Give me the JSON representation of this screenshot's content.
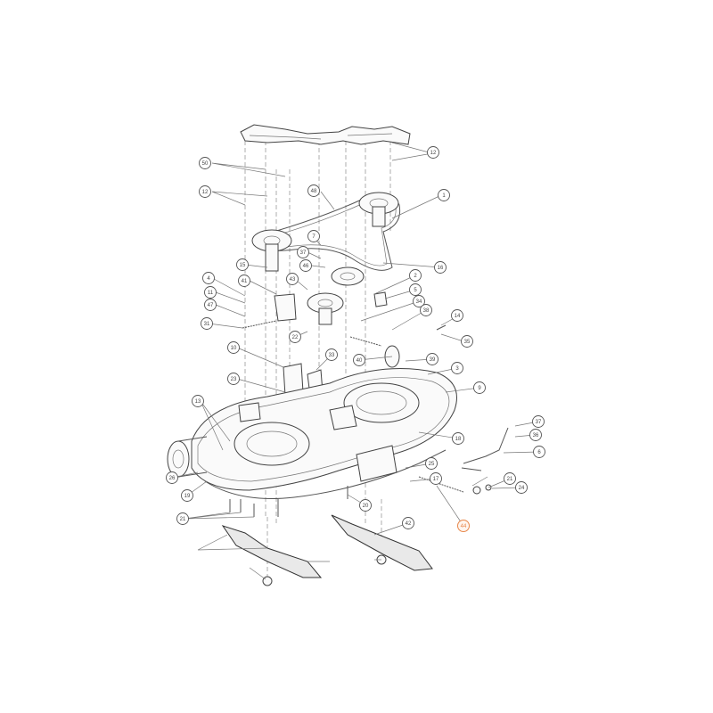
{
  "callouts": [
    {
      "id": "c50",
      "label": "50"
    },
    {
      "id": "c12a",
      "label": "12"
    },
    {
      "id": "c12b",
      "label": "12"
    },
    {
      "id": "c48",
      "label": "48"
    },
    {
      "id": "c1",
      "label": "1"
    },
    {
      "id": "c7",
      "label": "7"
    },
    {
      "id": "c37a",
      "label": "37"
    },
    {
      "id": "c46",
      "label": "46"
    },
    {
      "id": "c15",
      "label": "15"
    },
    {
      "id": "c16",
      "label": "16"
    },
    {
      "id": "c4",
      "label": "4"
    },
    {
      "id": "c41",
      "label": "41"
    },
    {
      "id": "c11",
      "label": "11"
    },
    {
      "id": "c47",
      "label": "47"
    },
    {
      "id": "c31",
      "label": "31"
    },
    {
      "id": "c43",
      "label": "43"
    },
    {
      "id": "c2",
      "label": "2"
    },
    {
      "id": "c5",
      "label": "5"
    },
    {
      "id": "c34",
      "label": "34"
    },
    {
      "id": "c38",
      "label": "38"
    },
    {
      "id": "c10",
      "label": "10"
    },
    {
      "id": "c22",
      "label": "22"
    },
    {
      "id": "c33",
      "label": "33"
    },
    {
      "id": "c40",
      "label": "40"
    },
    {
      "id": "c39",
      "label": "39"
    },
    {
      "id": "c3",
      "label": "3"
    },
    {
      "id": "c9",
      "label": "9"
    },
    {
      "id": "c23",
      "label": "23"
    },
    {
      "id": "c18",
      "label": "18"
    },
    {
      "id": "c37b",
      "label": "37"
    },
    {
      "id": "c13",
      "label": "13"
    },
    {
      "id": "c6",
      "label": "6"
    },
    {
      "id": "c26",
      "label": "26"
    },
    {
      "id": "c36",
      "label": "36"
    },
    {
      "id": "c35",
      "label": "35"
    },
    {
      "id": "c19",
      "label": "19"
    },
    {
      "id": "c20",
      "label": "20"
    },
    {
      "id": "c25",
      "label": "25"
    },
    {
      "id": "c17",
      "label": "17"
    },
    {
      "id": "c24",
      "label": "24"
    },
    {
      "id": "c44",
      "label": "44"
    },
    {
      "id": "c14",
      "label": "14"
    },
    {
      "id": "c42",
      "label": "42"
    },
    {
      "id": "c21a",
      "label": "21"
    },
    {
      "id": "c21b",
      "label": "21"
    }
  ],
  "highlight": {
    "callout": "c44",
    "color": "#e8874a"
  },
  "colors": {
    "line": "#555555",
    "paper": "#ffffff"
  }
}
